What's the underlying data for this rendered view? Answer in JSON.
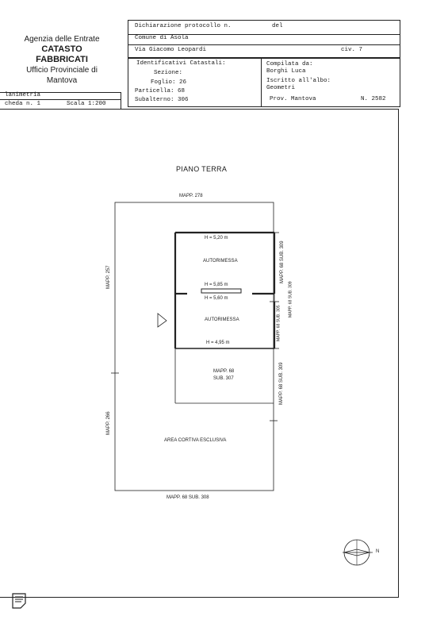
{
  "agency": {
    "line1": "Agenzia delle Entrate",
    "line2": "CATASTO FABBRICATI",
    "line3": "Ufficio Provinciale di",
    "line4": "Mantova"
  },
  "header": {
    "dichiarazione": "Dichiarazione protocollo n.",
    "del": "del",
    "comune": "Comune di Asola",
    "via": "Via Giacomo Leopardi",
    "civ": "civ. 7",
    "identificativi": "Identificativi Catastali:",
    "sezione": "Sezione:",
    "foglio": "Foglio: 26",
    "particella": "Particella: 68",
    "subalterno": "Subalterno: 306",
    "compilata": "Compilata da:",
    "nome": "Borghi Luca",
    "iscritto": "Iscritto all'albo:",
    "albo": "Geometri",
    "prov": "Prov. Mantova",
    "numero": "N. 2582"
  },
  "left_strip": {
    "planimetria": "lanimetria",
    "scheda": "cheda n. 1",
    "scala": "Scala 1:200"
  },
  "plan": {
    "title": "PIANO TERRA",
    "mapp_top": "MAPP. 278",
    "mapp_left_top": "MAPP. 257",
    "mapp_left_bottom": "MAPP. 266",
    "mapp_bottom": "MAPP. 68 SUB. 308",
    "mapp_right_1": "MAPP. 68 SUB. 309",
    "mapp_right_2": "MAPP. 68 SUB. 309",
    "mapp_right_3": "MAPP. 68 SUB. 305",
    "mapp_right_4": "MAPP. 68 SUB. 309",
    "h1": "H = 5,20 m",
    "h2": "H = 5,85 m",
    "h3": "H = 5,60 m",
    "h4": "H = 4,95 m",
    "room1": "AUTORIMESSA",
    "room2": "AUTORIMESSA",
    "sub_mapp": "MAPP. 68",
    "sub_num": "SUB. 307",
    "area": "AREA CORTIVA ESCLUSIVA",
    "north": "N"
  }
}
